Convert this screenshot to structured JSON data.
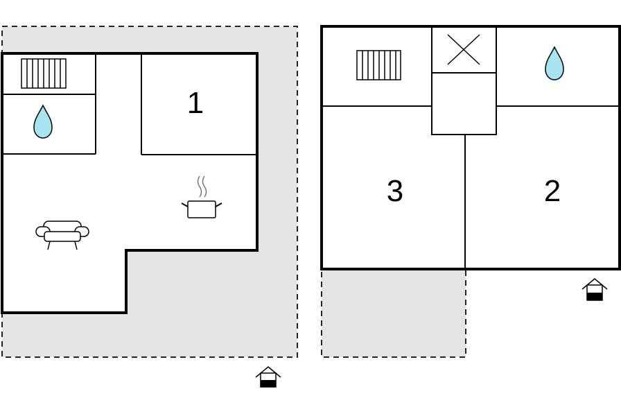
{
  "floorplan": {
    "ground_floor": {
      "rooms": [
        {
          "number": "1"
        }
      ],
      "icons": [
        "radiator-icon",
        "water-drop-icon",
        "sofa-icon",
        "cooking-pot-icon",
        "entrance-icon"
      ]
    },
    "upper_floor": {
      "rooms": [
        {
          "number": "3"
        },
        {
          "number": "2"
        }
      ],
      "icons": [
        "radiator-icon",
        "stair-opening-icon",
        "water-drop-icon",
        "entrance-icon"
      ]
    },
    "colors": {
      "wall": "#000000",
      "terrace": "#e4e4e4",
      "water": "#a8e4ef"
    }
  }
}
